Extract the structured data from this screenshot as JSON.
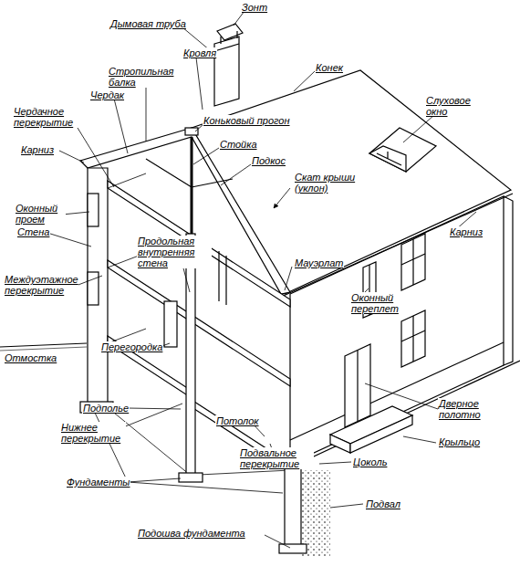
{
  "diagram": {
    "labels": [
      "Зонт",
      "Дымовая труба",
      "Кровля",
      "Стропильная балка",
      "Конек",
      "Слуховое окно",
      "Чердак",
      "Чердачное перекрытие",
      "Коньковый прогон",
      "Стойка",
      "Карниз",
      "Подкос",
      "Оконный проем",
      "Скат крыши (уклон)",
      "Стена",
      "Карниз",
      "Мауэрлат",
      "Продольная внутренняя стена",
      "Междуэтажное перекрытие",
      "Оконный переплет",
      "Перегородка",
      "Отмостка",
      "Дверное полотно",
      "Подполье",
      "Нижнее перекрытие",
      "Крыльцо",
      "Потолок",
      "Цоколь",
      "Подвальное перекрытие",
      "Фундаменты",
      "Подвал",
      "Подошва фундамента"
    ]
  }
}
